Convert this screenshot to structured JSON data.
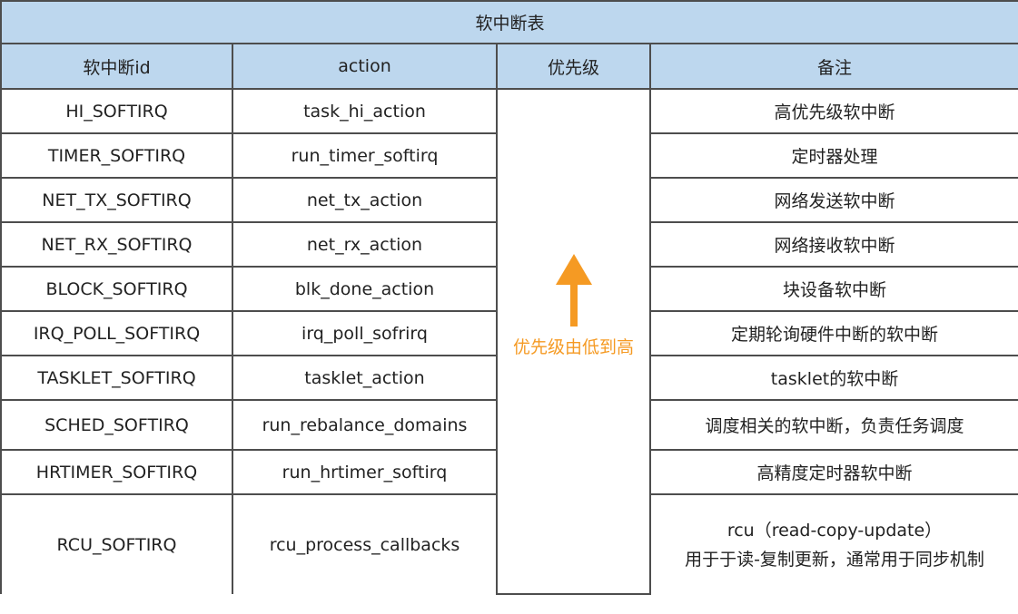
{
  "table": {
    "title": "软中断表",
    "headers": [
      "软中断id",
      "action",
      "优先级",
      "备注"
    ],
    "priority_label": "优先级由低到高",
    "arrow_color": "#f59a23",
    "header_bg": "#bdd7ee",
    "rows": [
      {
        "id": "HI_SOFTIRQ",
        "action": "task_hi_action",
        "note": "高优先级软中断"
      },
      {
        "id": "TIMER_SOFTIRQ",
        "action": "run_timer_softirq",
        "note": "定时器处理"
      },
      {
        "id": "NET_TX_SOFTIRQ",
        "action": "net_tx_action",
        "note": "网络发送软中断"
      },
      {
        "id": "NET_RX_SOFTIRQ",
        "action": "net_rx_action",
        "note": "网络接收软中断"
      },
      {
        "id": "BLOCK_SOFTIRQ",
        "action": "blk_done_action",
        "note": "块设备软中断"
      },
      {
        "id": "IRQ_POLL_SOFTIRQ",
        "action": "irq_poll_sofrirq",
        "note": "定期轮询硬件中断的软中断"
      },
      {
        "id": "TASKLET_SOFTIRQ",
        "action": "tasklet_action",
        "note": "tasklet的软中断"
      },
      {
        "id": "SCHED_SOFTIRQ",
        "action": "run_rebalance_domains",
        "note": "调度相关的软中断，负责任务调度"
      },
      {
        "id": "HRTIMER_SOFTIRQ",
        "action": "run_hrtimer_softirq",
        "note": "高精度定时器软中断"
      },
      {
        "id": "RCU_SOFTIRQ",
        "action": "rcu_process_callbacks",
        "note": "rcu（read-copy-update）",
        "note_line2": "用于于读-复制更新，通常用于同步机制"
      }
    ]
  }
}
